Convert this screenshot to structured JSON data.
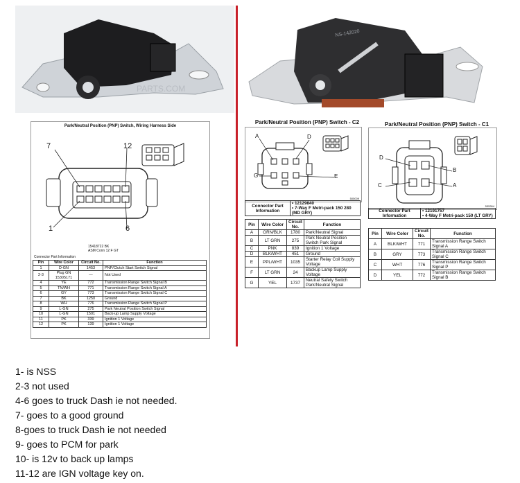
{
  "photo_left": {
    "watermark": "PARTS.COM"
  },
  "photo_right": {
    "part_marking": "NS-142020"
  },
  "left_diagram": {
    "title": "Park/Neutral Position (PNP) Switch, Wiring Harness Side",
    "pin_labels": {
      "top_left": "7",
      "top_right": "12",
      "bottom_left": "1",
      "bottom_right": "6"
    },
    "info_items": [
      "15418722 BK",
      "ASM Conn 12 F GT"
    ],
    "table_title": "Connector Part Information",
    "headers": [
      "Pin",
      "Wire Color",
      "Circuit No.",
      "Function"
    ],
    "rows": [
      [
        "1",
        "D-GN",
        "1453",
        "PNP/Clutch Start Switch Signal"
      ],
      [
        "2-3",
        "Plug GN\n15305171",
        "—",
        "Not Used"
      ],
      [
        "4",
        "YE",
        "772",
        "Transmission Range Switch Signal B"
      ],
      [
        "5",
        "TN/WH",
        "771",
        "Transmission Range Switch Signal A"
      ],
      [
        "6",
        "GY",
        "773",
        "Transmission Range Switch Signal C"
      ],
      [
        "7",
        "BK",
        "1250",
        "Ground"
      ],
      [
        "8",
        "WH",
        "776",
        "Transmission Range Switch Signal P"
      ],
      [
        "9",
        "L-GN",
        "275",
        "Park Neutral Position Switch Signal"
      ],
      [
        "10",
        "L-GN",
        "1501",
        "Back-up Lamp Supply Voltage"
      ],
      [
        "11",
        "PK",
        "339",
        "Ignition 1 Voltage"
      ],
      [
        "12",
        "PK",
        "139",
        "Ignition 1 Voltage"
      ]
    ]
  },
  "c2": {
    "title": "Park/Neutral Position (PNP) Switch - C2",
    "letters": {
      "a": "A",
      "d": "D",
      "g": "G",
      "e": "E"
    },
    "fig_id": "505009",
    "info_label": "Connector Part Information",
    "info_items": [
      "12129840",
      "7-Way F Metri-pack 150 280 (MD GRY)"
    ],
    "headers": [
      "Pin",
      "Wire Color",
      "Circuit No.",
      "Function"
    ],
    "rows": [
      [
        "A",
        "ORN/BLK",
        "1780",
        "Park/Neutral Signal"
      ],
      [
        "B",
        "LT GRN",
        "275",
        "Park Neutral Position Switch Park Signal"
      ],
      [
        "C",
        "PNK",
        "839",
        "Ignition 1 Voltage"
      ],
      [
        "D",
        "BLK/WHT",
        "451",
        "Ground"
      ],
      [
        "E",
        "PPL/WHT",
        "1035",
        "Starter Relay Coil Supply Voltage"
      ],
      [
        "F",
        "LT GRN",
        "24",
        "Backup Lamp Supply Voltage"
      ],
      [
        "G",
        "YEL",
        "1737",
        "Neutral Safety Switch Park/Neutral Signal"
      ]
    ]
  },
  "c1": {
    "title": "Park/Neutral Position (PNP) Switch - C1",
    "letters": {
      "d": "D",
      "b": "B",
      "c": "C",
      "a": "A"
    },
    "fig_id": "535304",
    "info_label": "Connector Part Information",
    "info_items": [
      "12191757",
      "4-Way F Metri-pack 150 (LT GRY)"
    ],
    "headers": [
      "Pin",
      "Wire Color",
      "Circuit No.",
      "Function"
    ],
    "rows": [
      [
        "A",
        "BLK/WHT",
        "771",
        "Transmission Range Switch Signal A"
      ],
      [
        "B",
        "GRY",
        "773",
        "Transmission Range Switch Signal C"
      ],
      [
        "C",
        "WHT",
        "776",
        "Transmission Range Switch Signal P"
      ],
      [
        "D",
        "YEL",
        "772",
        "Transmission Range Switch Signal B"
      ]
    ]
  },
  "notes": [
    "1- is NSS",
    "2-3 not used",
    "4-6 goes to truck Dash ie not needed.",
    "7- goes to a good ground",
    "8-goes to truck Dash ie not needed",
    "9- goes to PCM for park",
    "10- is 12v to back up lamps",
    "11-12 are IGN voltage key on."
  ]
}
